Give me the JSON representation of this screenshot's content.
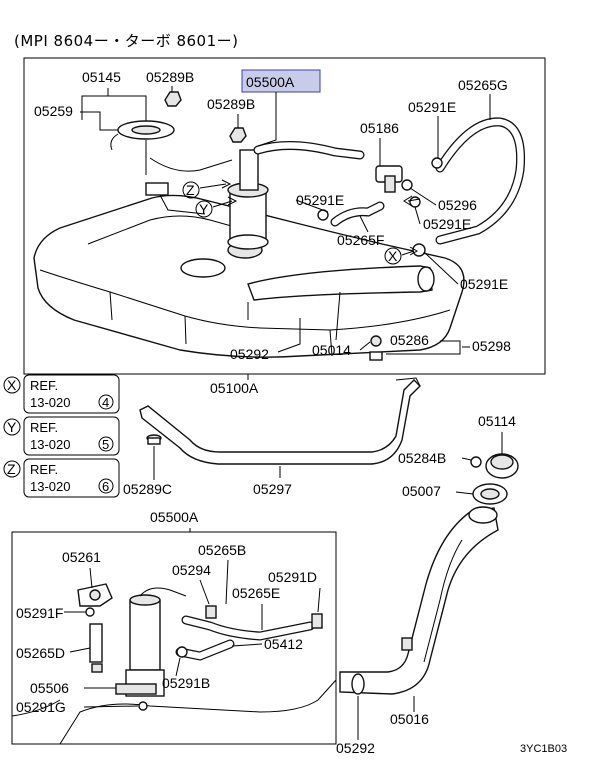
{
  "header": "(MPI 8604ー・ターボ 8601ー)",
  "part_code": "3YC1B03",
  "refs": [
    {
      "letter": "X",
      "ref": "REF.",
      "section": "13-020",
      "num": "4"
    },
    {
      "letter": "Y",
      "ref": "REF.",
      "section": "13-020",
      "num": "5"
    },
    {
      "letter": "Z",
      "ref": "REF.",
      "section": "13-020",
      "num": "6"
    }
  ],
  "markers": {
    "x": "X",
    "y": "Y",
    "z": "Z"
  },
  "labels": {
    "p05145": "05145",
    "p05289B_a": "05289B",
    "p05500A_top": "05500A",
    "p05265G": "05265G",
    "p05259": "05259",
    "p05289B_b": "05289B",
    "p05291E_a": "05291E",
    "p05186": "05186",
    "p05291E_b": "05291E",
    "p05296": "05296",
    "p05291E_c": "05291E",
    "p05265F": "05265F",
    "p05291E_d": "05291E",
    "p05292_top": "05292",
    "p05014": "05014",
    "p05286": "05286",
    "p05298": "05298",
    "p05100A": "05100A",
    "p05114": "05114",
    "p05284B": "05284B",
    "p05289C": "05289C",
    "p05297": "05297",
    "p05007": "05007",
    "p05500A_sub": "05500A",
    "p05261": "05261",
    "p05265B": "05265B",
    "p05294": "05294",
    "p05291D": "05291D",
    "p05291F": "05291F",
    "p05265E": "05265E",
    "p05412": "05412",
    "p05265D": "05265D",
    "p05506": "05506",
    "p05291B": "05291B",
    "p05291G": "05291G",
    "p05016": "05016",
    "p05292_bot": "05292"
  },
  "highlight_color": "#c9cbeb"
}
